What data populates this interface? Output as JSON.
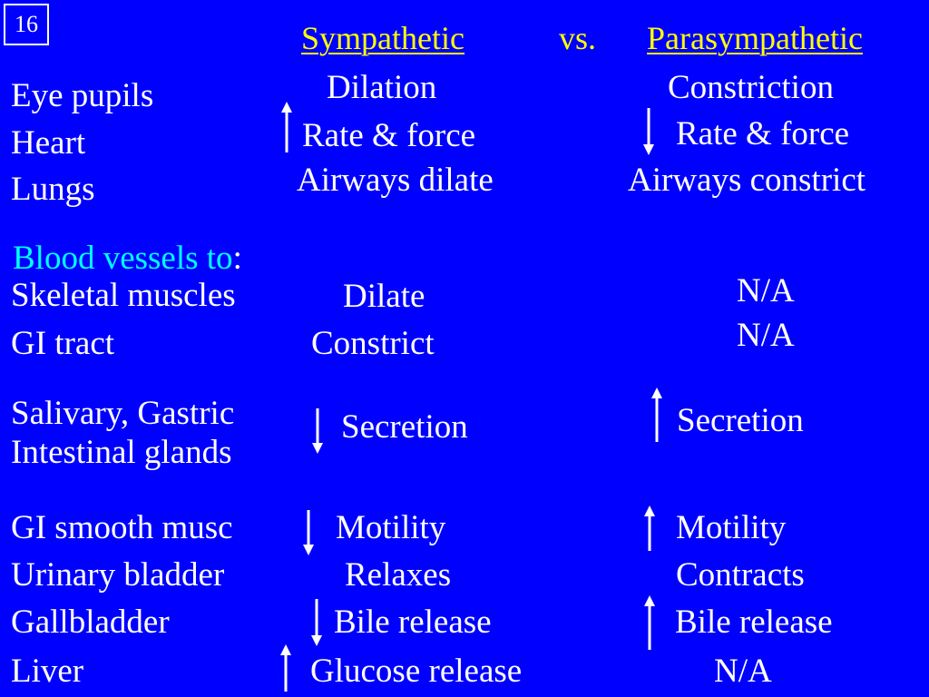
{
  "slide": {
    "number": "16",
    "heading": {
      "left": "Sympathetic",
      "middle": "vs.",
      "right": "Parasympathetic"
    },
    "colors": {
      "background": "#0000FF",
      "text": "#FFFFFF",
      "heading": "#FFFF00",
      "section": "#00FFFF"
    }
  },
  "rows": {
    "eye": {
      "organ": "Eye pupils",
      "sympathetic": "Dilation",
      "parasympathetic": "Constriction"
    },
    "heart": {
      "organ": "Heart",
      "sympathetic": "Rate & force",
      "sympathetic_arrow": "up-arrow-icon",
      "parasympathetic": "Rate & force",
      "parasympathetic_arrow": "down-arrow-icon"
    },
    "lungs": {
      "organ": "Lungs",
      "sympathetic": "Airways dilate",
      "parasympathetic": "Airways constrict"
    },
    "blood": {
      "label": "Blood vessels to",
      "colon": ":"
    },
    "skeletal": {
      "organ": "Skeletal muscles",
      "sympathetic": "Dilate",
      "parasympathetic": "N/A"
    },
    "gi_tract": {
      "organ": "GI tract",
      "sympathetic": "Constrict",
      "parasympathetic": "N/A"
    },
    "glands": {
      "organ_line1": "Salivary, Gastric",
      "organ_line2": "Intestinal glands",
      "sympathetic": "Secretion",
      "sympathetic_arrow": "down-arrow-icon",
      "parasympathetic": "Secretion",
      "parasympathetic_arrow": "up-arrow-icon"
    },
    "gi_smooth": {
      "organ": "GI smooth musc",
      "sympathetic": "Motility",
      "sympathetic_arrow": "down-arrow-icon",
      "parasympathetic": "Motility",
      "parasympathetic_arrow": "up-arrow-icon"
    },
    "bladder": {
      "organ": "Urinary bladder",
      "sympathetic": "Relaxes",
      "parasympathetic": "Contracts"
    },
    "gallbladder": {
      "organ": "Gallbladder",
      "sympathetic": "Bile release",
      "sympathetic_arrow": "down-arrow-icon",
      "parasympathetic": "Bile release",
      "parasympathetic_arrow": "up-arrow-icon"
    },
    "liver": {
      "organ": "Liver",
      "sympathetic": "Glucose release",
      "sympathetic_arrow": "up-arrow-icon",
      "parasympathetic": "N/A"
    }
  }
}
